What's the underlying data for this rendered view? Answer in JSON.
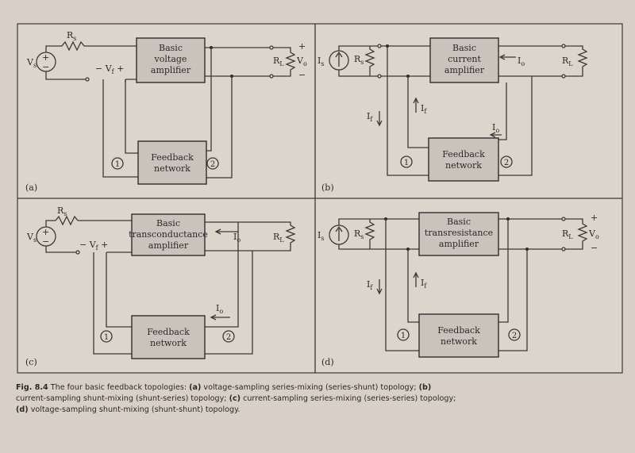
{
  "panels": [
    {
      "id": "a",
      "tag": "(a)",
      "amp": [
        "Basic",
        "voltage",
        "amplifier"
      ],
      "feedback": [
        "Feedback",
        "network"
      ],
      "src_label": "V",
      "src_sub": "s",
      "rs_label": "R",
      "rs_sub": "s",
      "rl_label": "R",
      "rl_sub": "L",
      "out_label": "V",
      "out_sub": "o",
      "fb_label": "V",
      "fb_sub": "f",
      "port1": "1",
      "port2": "2"
    },
    {
      "id": "b",
      "tag": "(b)",
      "amp": [
        "Basic",
        "current",
        "amplifier"
      ],
      "feedback": [
        "Feedback",
        "network"
      ],
      "src_label": "I",
      "src_sub": "s",
      "rs_label": "R",
      "rs_sub": "s",
      "rl_label": "R",
      "rl_sub": "L",
      "out_label": "I",
      "out_sub": "o",
      "fb_label": "I",
      "fb_sub": "f",
      "port1": "1",
      "port2": "2"
    },
    {
      "id": "c",
      "tag": "(c)",
      "amp": [
        "Basic",
        "transconductance",
        "amplifier"
      ],
      "feedback": [
        "Feedback",
        "network"
      ],
      "src_label": "V",
      "src_sub": "s",
      "rs_label": "R",
      "rs_sub": "s",
      "rl_label": "R",
      "rl_sub": "L",
      "out_label": "I",
      "out_sub": "o",
      "fb_label": "V",
      "fb_sub": "f",
      "port1": "1",
      "port2": "2"
    },
    {
      "id": "d",
      "tag": "(d)",
      "amp": [
        "Basic",
        "transresistance",
        "amplifier"
      ],
      "feedback": [
        "Feedback",
        "network"
      ],
      "src_label": "I",
      "src_sub": "s",
      "rs_label": "R",
      "rs_sub": "s",
      "rl_label": "R",
      "rl_sub": "L",
      "out_label": "V",
      "out_sub": "o",
      "fb_label": "I",
      "fb_sub": "f",
      "port1": "1",
      "port2": "2"
    }
  ],
  "caption": {
    "fig": "Fig. 8.4",
    "intro": " The four basic feedback topologies: ",
    "a_tag": "(a)",
    "a_text": " voltage-sampling series-mixing (series-shunt) topology; ",
    "b_tag": "(b)",
    "b_text": " current-sampling shunt-mixing (shunt-series) topology; ",
    "c_tag": "(c)",
    "c_text": " current-sampling series-mixing (series-series) topology; ",
    "d_tag": "(d)",
    "d_text": " voltage-sampling shunt-mixing (shunt-shunt) topology."
  },
  "colors": {
    "background": "#d8d0c6",
    "panel": "#dcd5cc",
    "block": "#c9c3bc",
    "ink": "#2a2a2a"
  }
}
